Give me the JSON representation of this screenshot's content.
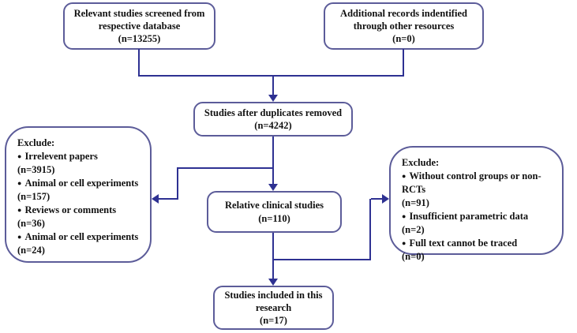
{
  "diagram": {
    "type": "flowchart",
    "bullet_glyph": "●",
    "colors": {
      "arrow": "#2e3192",
      "box_border": "#5c5c99",
      "text": "#111111",
      "background": "#ffffff"
    },
    "boxes": {
      "screened": {
        "lines": [
          "Relevant studies screened from",
          "respective database",
          "(n=13255)"
        ]
      },
      "additional": {
        "lines": [
          "Additional records indentified",
          "through other resources",
          "(n=0)"
        ]
      },
      "duplicates": {
        "lines": [
          "Studies after duplicates removed",
          "(n=4242)"
        ]
      },
      "exclude_left": {
        "title": "Exclude:",
        "items": [
          {
            "label": "Irrelevent papers",
            "count": "(n=3915)"
          },
          {
            "label": "Animal or cell experiments",
            "count": "(n=157)"
          },
          {
            "label": "Reviews or comments",
            "count": "(n=36)"
          },
          {
            "label": "Animal or  cell experiments",
            "count": "(n=24)"
          }
        ]
      },
      "relative": {
        "lines": [
          "Relative clinical studies",
          "(n=110)"
        ]
      },
      "exclude_right": {
        "title": "Exclude:",
        "items": [
          {
            "label": "Without control groups or non-RCTs",
            "count": "(n=91)"
          },
          {
            "label": "Insufficient parametric data",
            "count": "(n=2)"
          },
          {
            "label": "Full text cannot be traced",
            "count": "(n=0)"
          }
        ]
      },
      "included": {
        "lines": [
          "Studies included in this",
          "research",
          "(n=17)"
        ]
      }
    }
  }
}
